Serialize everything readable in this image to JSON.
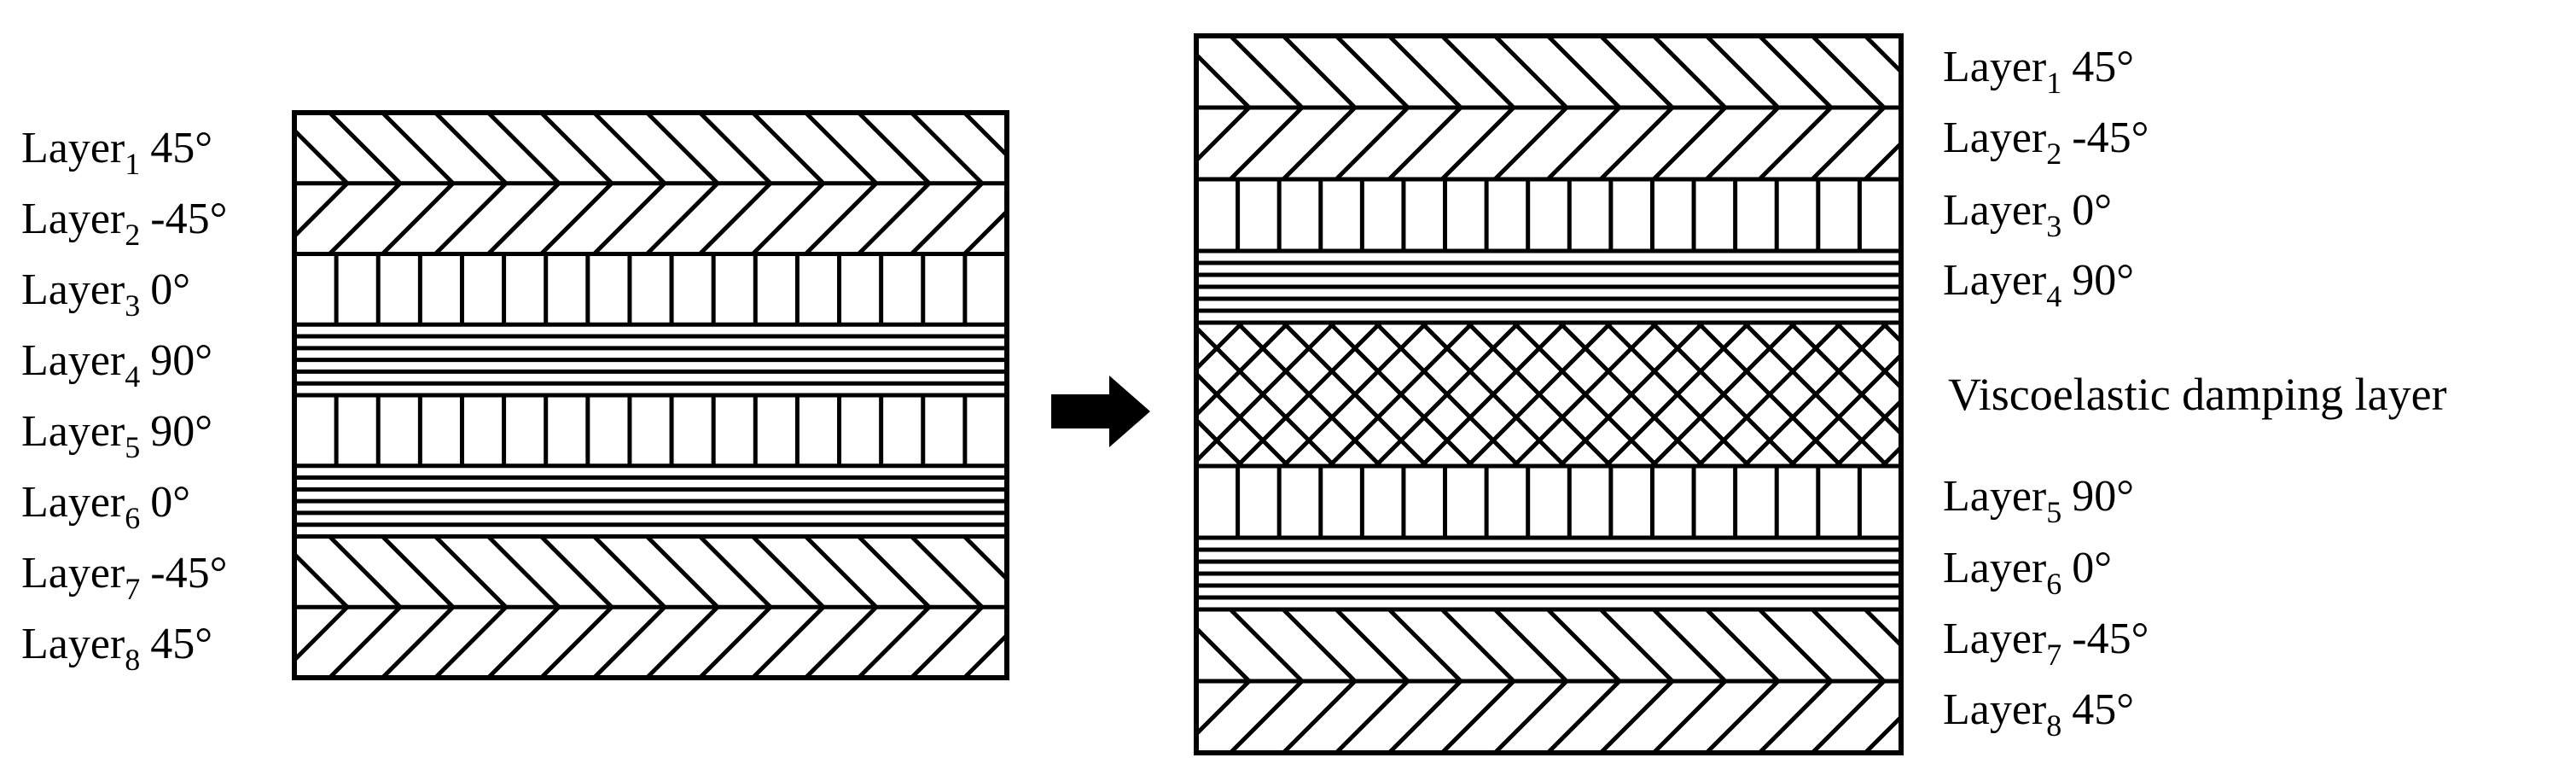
{
  "colors": {
    "stroke": "#000000",
    "background": "#ffffff"
  },
  "arrow_icon": "right-arrow-icon",
  "left_stack": {
    "layers": [
      {
        "prefix": "Layer",
        "index": "1",
        "angle": "45°",
        "pattern": "diag-back"
      },
      {
        "prefix": "Layer",
        "index": "2",
        "angle": "-45°",
        "pattern": "diag-fwd"
      },
      {
        "prefix": "Layer",
        "index": "3",
        "angle": "0°",
        "pattern": "vertical"
      },
      {
        "prefix": "Layer",
        "index": "4",
        "angle": "90°",
        "pattern": "horizontal"
      },
      {
        "prefix": "Layer",
        "index": "5",
        "angle": "90°",
        "pattern": "vertical"
      },
      {
        "prefix": "Layer",
        "index": "6",
        "angle": "0°",
        "pattern": "horizontal"
      },
      {
        "prefix": "Layer",
        "index": "7",
        "angle": "-45°",
        "pattern": "diag-back"
      },
      {
        "prefix": "Layer",
        "index": "8",
        "angle": "45°",
        "pattern": "diag-fwd"
      }
    ]
  },
  "right_stack": {
    "layers": [
      {
        "prefix": "Layer",
        "index": "1",
        "angle": "45°",
        "pattern": "diag-back"
      },
      {
        "prefix": "Layer",
        "index": "2",
        "angle": "-45°",
        "pattern": "diag-fwd"
      },
      {
        "prefix": "Layer",
        "index": "3",
        "angle": "0°",
        "pattern": "vertical"
      },
      {
        "prefix": "Layer",
        "index": "4",
        "angle": "90°",
        "pattern": "horizontal"
      },
      {
        "prefix": "Layer",
        "index": "5",
        "angle": "90°",
        "pattern": "vertical"
      },
      {
        "prefix": "Layer",
        "index": "6",
        "angle": "0°",
        "pattern": "horizontal"
      },
      {
        "prefix": "Layer",
        "index": "7",
        "angle": "-45°",
        "pattern": "diag-back"
      },
      {
        "prefix": "Layer",
        "index": "8",
        "angle": "45°",
        "pattern": "diag-fwd"
      }
    ],
    "damping_layer": {
      "label": "Viscoelastic damping layer",
      "pattern": "crosshatch"
    }
  }
}
